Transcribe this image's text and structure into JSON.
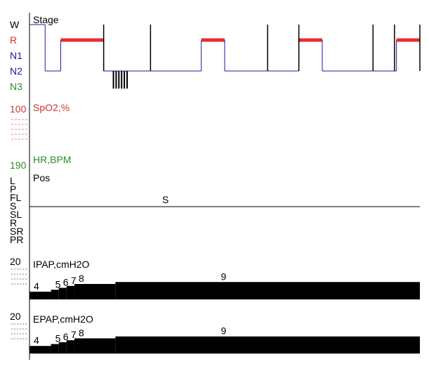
{
  "chart_data": [
    {
      "type": "line",
      "title": "Stage",
      "y_categories": [
        "W",
        "R",
        "N1",
        "N2",
        "N3"
      ],
      "y_category_colors": [
        "#000000",
        "#cc3333",
        "#1a1a99",
        "#1a1a99",
        "#2e8b2e"
      ],
      "colors": {
        "line": "#1a1a99",
        "rem": "#e03030",
        "n3": "#000000"
      },
      "segments": [
        {
          "start": 0.0,
          "end": 0.04,
          "stage": "W"
        },
        {
          "start": 0.04,
          "end": 0.08,
          "stage": "N2"
        },
        {
          "start": 0.08,
          "end": 0.19,
          "stage": "R"
        },
        {
          "start": 0.19,
          "end": 0.37,
          "stage": "N2"
        },
        {
          "start": 0.37,
          "end": 0.44,
          "stage": "N2"
        },
        {
          "start": 0.44,
          "end": 0.5,
          "stage": "R"
        },
        {
          "start": 0.5,
          "end": 0.61,
          "stage": "N2"
        },
        {
          "start": 0.61,
          "end": 0.69,
          "stage": "N2"
        },
        {
          "start": 0.69,
          "end": 0.75,
          "stage": "R"
        },
        {
          "start": 0.75,
          "end": 0.88,
          "stage": "N2"
        },
        {
          "start": 0.88,
          "end": 0.94,
          "stage": "N2"
        },
        {
          "start": 0.94,
          "end": 1.0,
          "stage": "R"
        }
      ],
      "n3_bursts_x": [
        0.215,
        0.222,
        0.229,
        0.236,
        0.243,
        0.25
      ],
      "wake_spikes_x": [
        0.19,
        0.31,
        0.61,
        0.69,
        0.88,
        0.935,
        1.0
      ]
    },
    {
      "type": "line",
      "title": "SpO2,%",
      "ytick": "100",
      "color": "#cc3333"
    },
    {
      "type": "line",
      "title": "HR,BPM",
      "ytick": "190",
      "color": "#2e8b2e"
    },
    {
      "type": "line",
      "title": "Pos",
      "y_categories": [
        "L",
        "P",
        "FL",
        "S",
        "SL",
        "R",
        "SR",
        "PR"
      ],
      "position_label": "S",
      "series": [
        {
          "values": [
            "S"
          ]
        }
      ]
    },
    {
      "type": "area",
      "title": "IPAP,cmH2O",
      "ytick_top": "20",
      "steps": [
        {
          "x_end": 0.055,
          "value": 4
        },
        {
          "x_end": 0.075,
          "value": 5
        },
        {
          "x_end": 0.095,
          "value": 6
        },
        {
          "x_end": 0.115,
          "value": 7
        },
        {
          "x_end": 0.22,
          "value": 8
        },
        {
          "x_end": 1.0,
          "value": 9
        }
      ],
      "data_labels": [
        "4",
        "5",
        "6",
        "7",
        "8",
        "9"
      ],
      "ylim": [
        0,
        20
      ]
    },
    {
      "type": "area",
      "title": "EPAP,cmH2O",
      "ytick_top": "20",
      "steps": [
        {
          "x_end": 0.055,
          "value": 4
        },
        {
          "x_end": 0.075,
          "value": 5
        },
        {
          "x_end": 0.095,
          "value": 6
        },
        {
          "x_end": 0.115,
          "value": 7
        },
        {
          "x_end": 0.22,
          "value": 8
        },
        {
          "x_end": 1.0,
          "value": 9
        }
      ],
      "data_labels": [
        "4",
        "5",
        "6",
        "7",
        "8",
        "9"
      ],
      "ylim": [
        0,
        20
      ]
    }
  ]
}
